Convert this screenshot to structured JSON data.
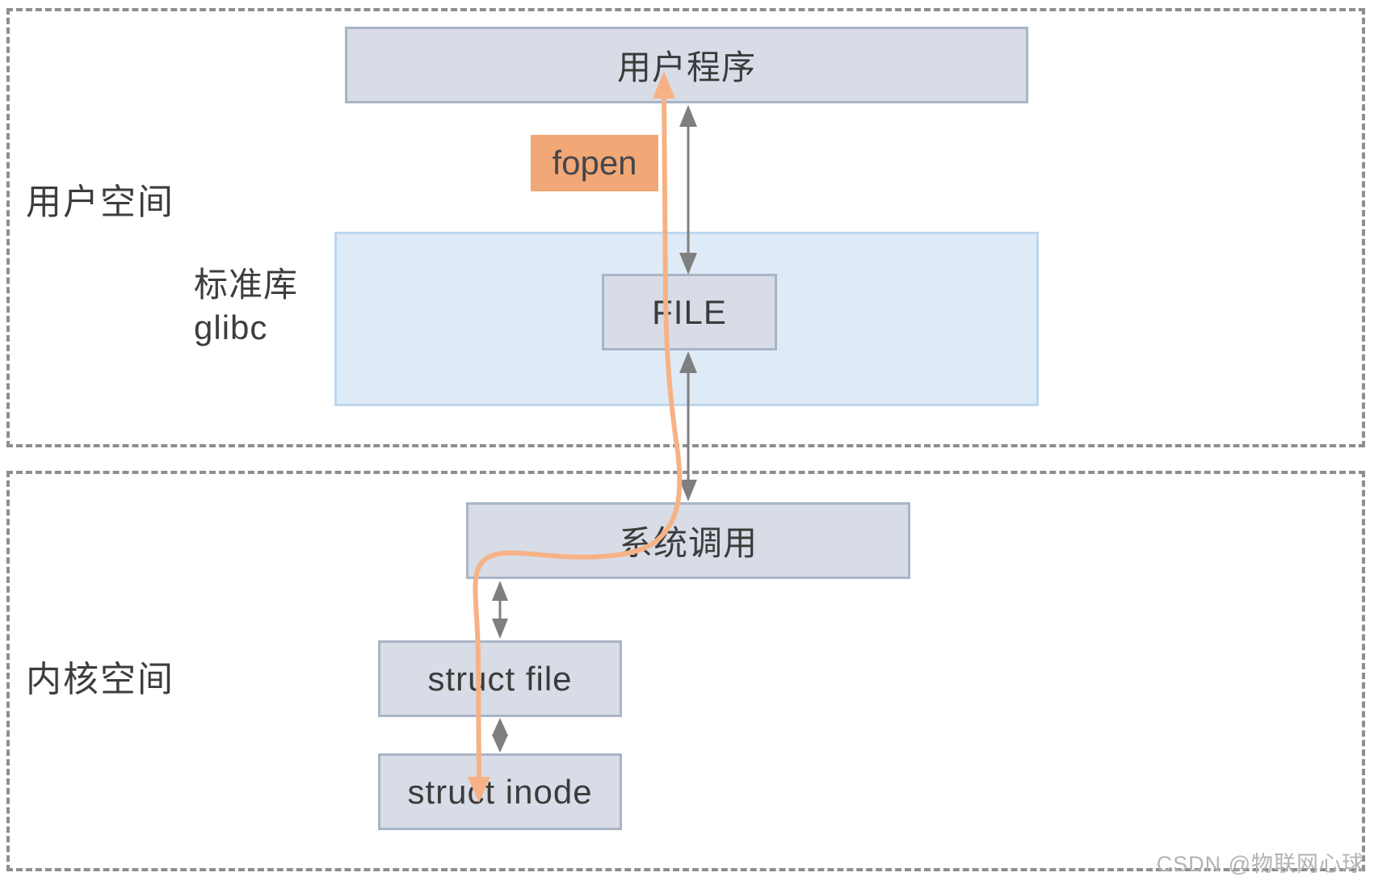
{
  "regions": {
    "user_space_label": "用户空间",
    "kernel_space_label": "内核空间"
  },
  "labels": {
    "stdlib_line1": "标准库",
    "stdlib_line2": "glibc",
    "fopen": "fopen"
  },
  "nodes": {
    "user_program": "用户程序",
    "file": "FILE",
    "syscall": "系统调用",
    "struct_file": "struct file",
    "struct_inode": "struct inode"
  },
  "watermark": "CSDN @物联网心球",
  "colors": {
    "node_fill": "#d7dce6",
    "node_border": "#a9b4c6",
    "glibc_fill": "#dfeaf7",
    "glibc_border": "#bdd7ee",
    "fopen_fill": "#f2a876",
    "flow_curve": "#f6b285",
    "arrow_gray": "#7f7f7f",
    "dashed_border": "#8e8e8e",
    "text": "#3d3d3d",
    "watermark": "#b3b3b3"
  }
}
